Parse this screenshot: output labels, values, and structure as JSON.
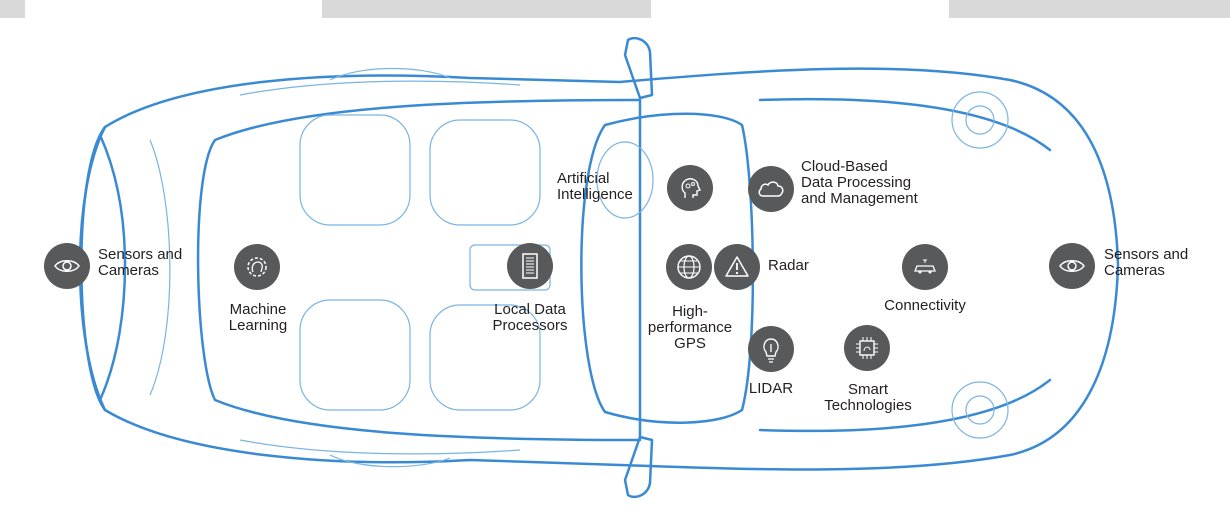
{
  "colors": {
    "car_outline": "#3a8ad3",
    "car_detail": "#7ab4e3",
    "icon_bg": "#58595b",
    "icon_fg": "#ffffff",
    "label_text": "#231f20",
    "top_bars": "#d9d9da"
  },
  "features": {
    "sensors_left": {
      "icon": "eye-icon",
      "label": "Sensors and\nCameras"
    },
    "machine_learning": {
      "icon": "gear-head-icon",
      "label": "Machine\nLearning"
    },
    "local_data": {
      "icon": "server-icon",
      "label": "Local Data\nProcessors"
    },
    "ai": {
      "icon": "brain-head-icon",
      "label": "Artificial\nIntelligence"
    },
    "cloud": {
      "icon": "cloud-icon",
      "label": "Cloud-Based\nData Processing\nand Management"
    },
    "gps": {
      "icon": "globe-icon",
      "label": "High-\nperformance\nGPS"
    },
    "radar": {
      "icon": "warning-icon",
      "label": "Radar"
    },
    "lidar": {
      "icon": "bulb-icon",
      "label": "LIDAR"
    },
    "connectivity": {
      "icon": "connected-car-icon",
      "label": "Connectivity"
    },
    "smart_tech": {
      "icon": "chip-icon",
      "label": "Smart\nTechnologies"
    },
    "sensors_right": {
      "icon": "eye-icon",
      "label": "Sensors and\nCameras"
    }
  }
}
